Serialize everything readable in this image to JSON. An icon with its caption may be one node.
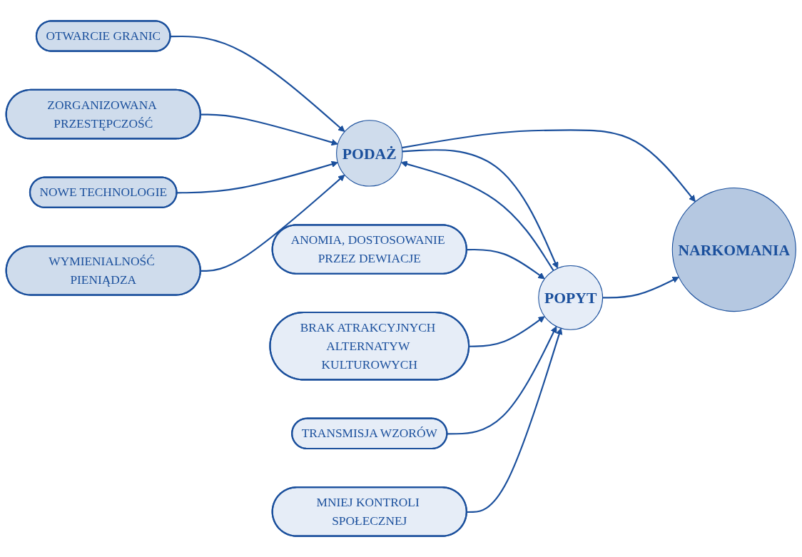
{
  "diagram": {
    "nodes": [
      {
        "text": [
          "OTWARCIE GRANIC"
        ]
      },
      {
        "text": [
          "ZORGANIZOWANA PRZESTĘPCZOŚĆ"
        ]
      },
      {
        "text": [
          "NOWE TECHNOLOGIE"
        ]
      },
      {
        "text": [
          "WYMIENIALNOŚĆ PIENIĄDZA"
        ]
      },
      {
        "text": [
          "PODAŻ"
        ]
      },
      {
        "text": [
          "NARKOMANIA"
        ]
      },
      {
        "text": [
          "POPYT"
        ]
      },
      {
        "text": [
          "ANOMIA, DOSTOSOWANIE PRZEZ DEWIACJE"
        ]
      },
      {
        "text": [
          "BRAK ATRAKCYJNYCH ALTERNATYW KULTUROWYCH"
        ]
      },
      {
        "text": [
          "TRANSMISJA WZORÓW"
        ]
      },
      {
        "text": [
          "MNIEJ KONTROLI SPOŁECZNEJ"
        ]
      }
    ],
    "edges": [
      {
        "from": 0,
        "to": 4,
        "arrow": "to"
      },
      {
        "from": 1,
        "to": 4,
        "arrow": "to"
      },
      {
        "from": 2,
        "to": 4,
        "arrow": "to"
      },
      {
        "from": 3,
        "to": 4,
        "arrow": "to"
      },
      {
        "from": 4,
        "to": 5,
        "arrow": "to"
      },
      {
        "from": 4,
        "to": 6,
        "arrow": "to"
      },
      {
        "from": 6,
        "to": 4,
        "arrow": "to"
      },
      {
        "from": 6,
        "to": 5,
        "arrow": "to"
      },
      {
        "from": 7,
        "to": 6,
        "arrow": "to"
      },
      {
        "from": 8,
        "to": 6,
        "arrow": "to"
      },
      {
        "from": 9,
        "to": 6,
        "arrow": "to"
      },
      {
        "from": 10,
        "to": 6,
        "arrow": "to"
      }
    ]
  }
}
